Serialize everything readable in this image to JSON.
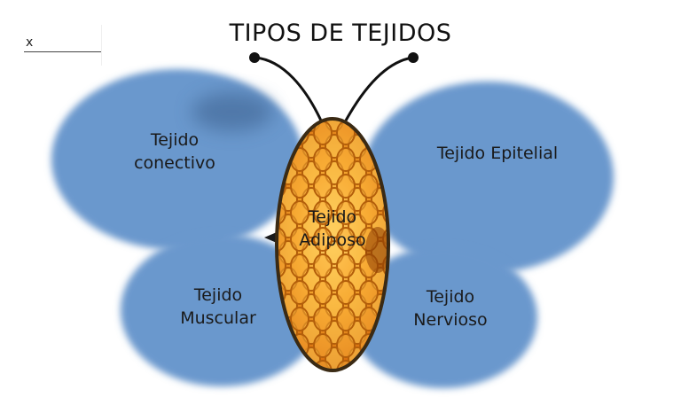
{
  "title": "TIPOS DE TEJIDOS",
  "corner_mark": "x",
  "colors": {
    "wing": "#6b98cd",
    "body_fill": "#e68a1c",
    "outline": "#3a2a14",
    "text": "#1a1a1a"
  },
  "wings": {
    "upper_left": "Tejido\nconectivo",
    "upper_right": "Tejido Epitelial",
    "lower_left": "Tejido\nMuscular",
    "lower_right": "Tejido\nNervioso"
  },
  "body_label": "Tejido\nAdiposo",
  "icons": [
    "antenna-left-icon",
    "antenna-right-icon",
    "butterfly-body-icon"
  ]
}
